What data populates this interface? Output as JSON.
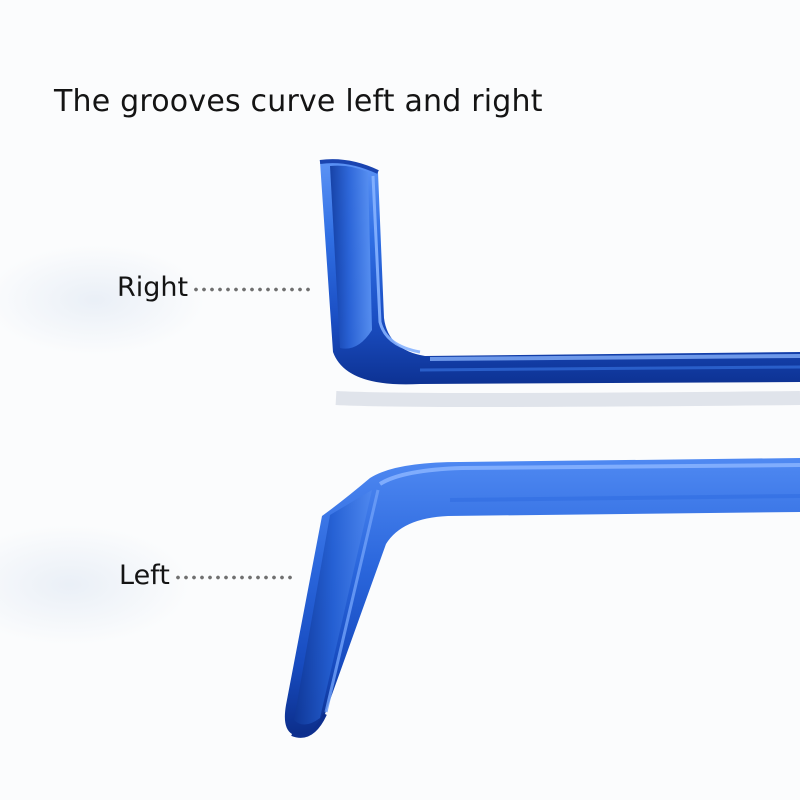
{
  "headline": "The grooves curve left and right",
  "callouts": {
    "right": "Right",
    "left": "Left"
  },
  "colors": {
    "instrument_blue": "#1f5fd8",
    "instrument_highlight": "#6fa2ff",
    "instrument_shadow": "#0c2d86",
    "text": "#141414",
    "leader_dots": "#707070"
  }
}
